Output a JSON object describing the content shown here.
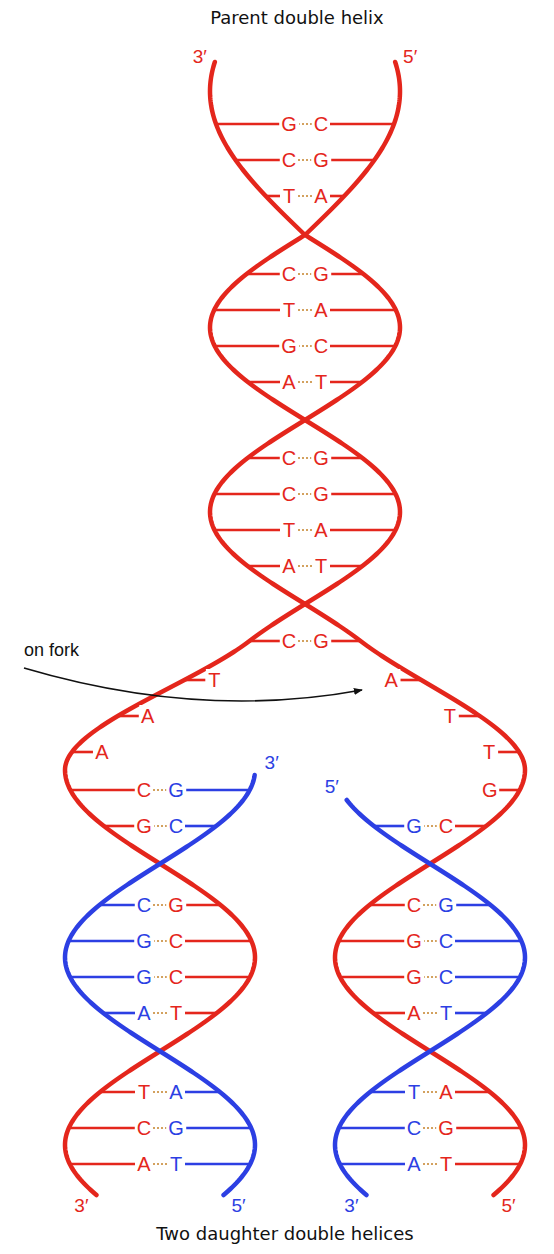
{
  "diagram": {
    "title": "Parent double helix",
    "caption": "Two daughter double helices",
    "labels": [
      "3′",
      "5′",
      "G",
      "C",
      "C",
      "G",
      "T",
      "A",
      "C",
      "G",
      "T",
      "A",
      "G",
      "C",
      "A",
      "T",
      "C",
      "G",
      "C",
      "G",
      "T",
      "A",
      "A",
      "T",
      "C",
      "G",
      "on fork",
      "T",
      "A",
      "A",
      "T",
      "A",
      "T",
      "3′",
      "5′",
      "C",
      "G",
      "G",
      "G",
      "C",
      "G",
      "C",
      "C",
      "G",
      "C",
      "G",
      "G",
      "C",
      "G",
      "C",
      "G",
      "C",
      "G",
      "C",
      "A",
      "T",
      "A",
      "T",
      "T",
      "A",
      "T",
      "A",
      "C",
      "G",
      "C",
      "G",
      "A",
      "T",
      "A",
      "T",
      "3′",
      "5′",
      "3′",
      "5′"
    ]
  }
}
